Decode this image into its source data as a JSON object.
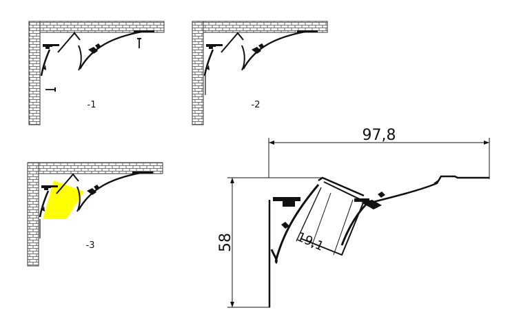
{
  "panels": [
    {
      "id": "panel-1",
      "label": "-1"
    },
    {
      "id": "panel-2",
      "label": "-2"
    },
    {
      "id": "panel-3",
      "label": "-3"
    }
  ],
  "dimensions": {
    "width": "97,8",
    "height": "58",
    "diagonal": "19,1"
  },
  "colors": {
    "line": "#111111",
    "brick": "#333333",
    "highlight": "#ffff00"
  }
}
